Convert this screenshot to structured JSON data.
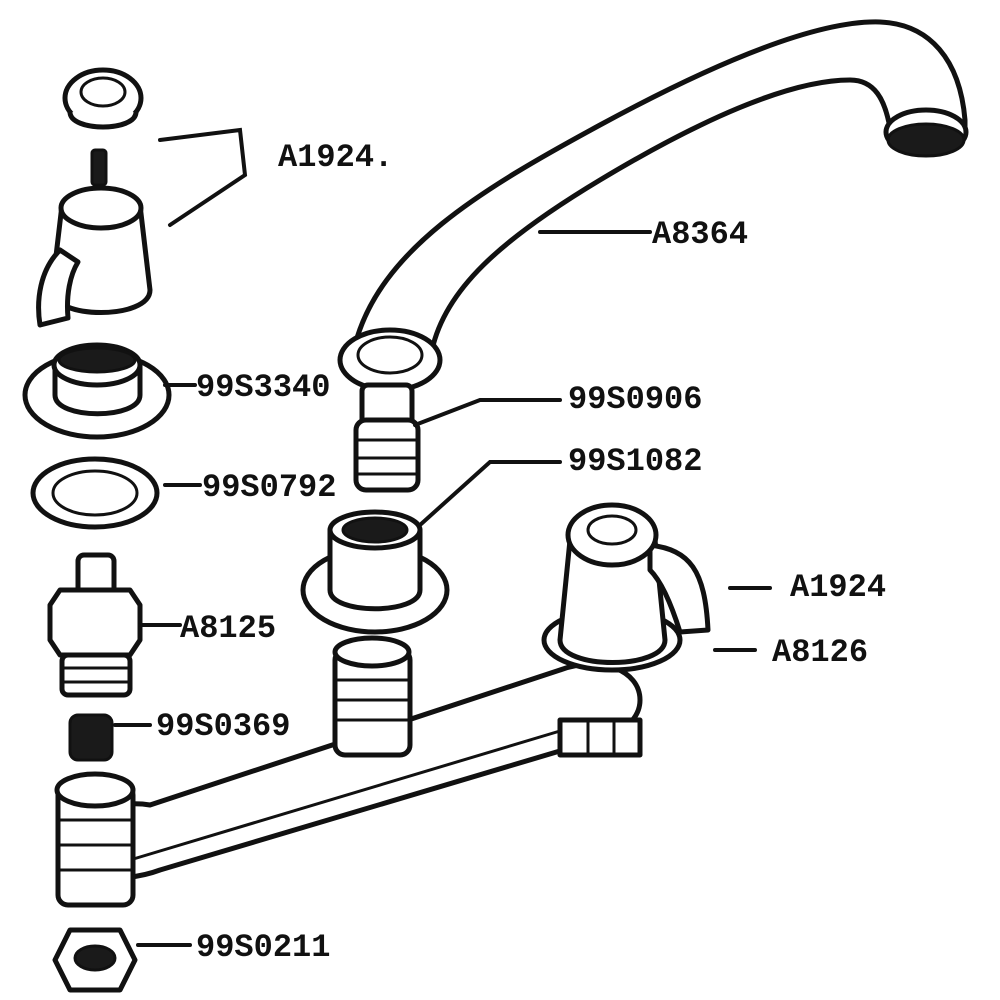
{
  "labels": {
    "a1924_top": "A1924.",
    "a8364": "A8364",
    "s3340": "99S3340",
    "s0906": "99S0906",
    "s0792": "99S0792",
    "s1082": "99S1082",
    "a1924_right": "A1924",
    "a8125": "A8125",
    "a8126": "A8126",
    "s0369": "99S0369",
    "s0211": "99S0211"
  },
  "colors": {
    "ink": "#111111",
    "paper": "#ffffff"
  }
}
